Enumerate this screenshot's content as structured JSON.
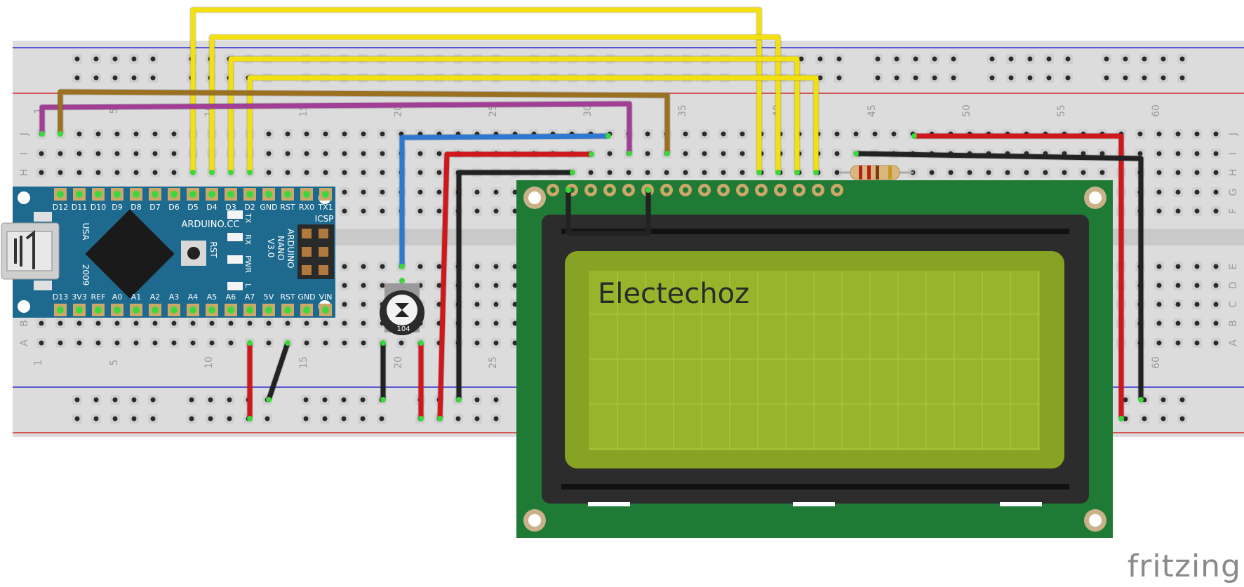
{
  "brand": {
    "name": "fritzing"
  },
  "breadboard": {
    "row_labels": [
      "J",
      "I",
      "H",
      "G",
      "F",
      "E",
      "D",
      "C",
      "B",
      "A"
    ],
    "column_numbers": [
      "1",
      "5",
      "10",
      "15",
      "20",
      "25",
      "30",
      "35",
      "40",
      "45",
      "50",
      "55",
      "60"
    ]
  },
  "arduino": {
    "board_name": [
      "ARDUINO",
      "NANO",
      "V3.0"
    ],
    "maker": "ARDUINO.CC",
    "header_label": "ICSP",
    "button_label": "RST",
    "country": "USA",
    "year": "2009",
    "leds": [
      "TX",
      "RX",
      "PWR",
      "L"
    ],
    "top_pins": [
      "D12",
      "D11",
      "D10",
      "D9",
      "D8",
      "D7",
      "D6",
      "D5",
      "D4",
      "D3",
      "D2",
      "GND",
      "RST",
      "RX0",
      "TX1"
    ],
    "bottom_pins": [
      "D13",
      "3V3",
      "REF",
      "A0",
      "A1",
      "A2",
      "A3",
      "A4",
      "A5",
      "A6",
      "A7",
      "5V",
      "RST",
      "GND",
      "VIN"
    ]
  },
  "potentiometer": {
    "marking": "104"
  },
  "lcd": {
    "display_text": "Electechoz"
  },
  "colors": {
    "breadboard": "#d9d9d9",
    "arduino": "#1d6a8e",
    "lcd_pcb": "#1f7a35",
    "lcd_screen": "#96b52a",
    "wire_yellow": "#f3e10f",
    "wire_red": "#d0171b",
    "wire_black": "#222222",
    "wire_blue": "#2e78d2",
    "wire_purple": "#a13e95",
    "wire_brown": "#9b7020"
  }
}
